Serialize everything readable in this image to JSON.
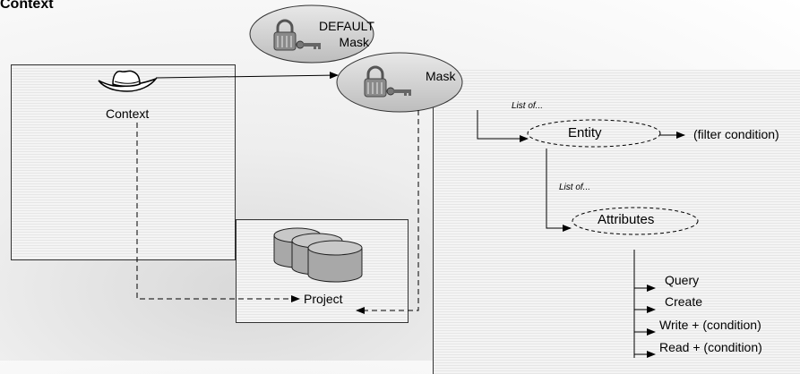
{
  "title": "Context",
  "nodes": {
    "context_label": "Context",
    "default_mask_line1": "DEFAULT",
    "default_mask_line2": "Mask",
    "mask_label": "Mask",
    "project_label": "Project",
    "entity_label": "Entity",
    "filter_condition": "(filter condition)",
    "attributes_label": "Attributes"
  },
  "annotations": {
    "list_of_entity": "List of...",
    "list_of_attributes": "List of..."
  },
  "operations": [
    "Query",
    "Create",
    "Write + (condition)",
    "Read + (condition)"
  ],
  "icons": {
    "context": "cowboy-hat-icon",
    "mask": "padlock-key-icon",
    "project": "database-cylinders-icon"
  }
}
